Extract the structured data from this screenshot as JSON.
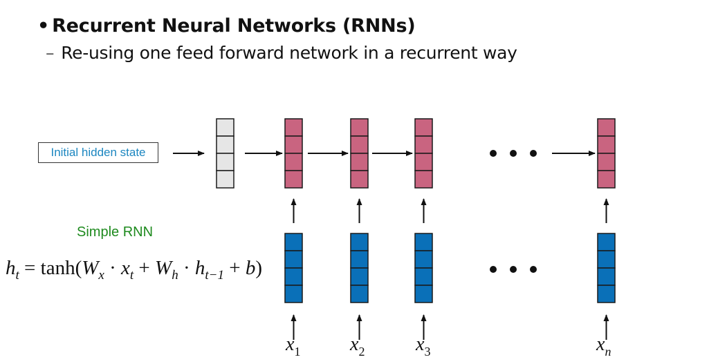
{
  "slide": {
    "title": "Recurrent Neural Networks (RNNs)",
    "bullet": "•",
    "subtitle_dash": "–",
    "subtitle": "Re-using one feed forward network in a recurrent way"
  },
  "diagram": {
    "initial_state_label": "Initial hidden state",
    "model_label": "Simple RNN",
    "formula": {
      "lhs": "h",
      "lhs_sub": "t",
      "eq": " = tanh(",
      "w1": "W",
      "w1_sub": "x",
      "dot1": " · ",
      "x": "x",
      "x_sub": "t",
      "plus1": " + ",
      "w2": "W",
      "w2_sub": "h",
      "dot2": " · ",
      "h": "h",
      "h_sub": "t−1",
      "plus2": " + ",
      "b": "b",
      "close": ")"
    },
    "cells_per_vector": 4,
    "colors": {
      "initial_state": "#e6e6e6",
      "hidden_state": "#c96480",
      "input": "#0a70b8",
      "cell_border": "#1a1a1a",
      "label_blue": "#1b86c0",
      "label_green": "#1e8a1e"
    },
    "ellipsis": "• • •",
    "inputs": [
      {
        "var": "x",
        "sub": "1"
      },
      {
        "var": "x",
        "sub": "2"
      },
      {
        "var": "x",
        "sub": "3"
      },
      {
        "var": "x",
        "sub": "n",
        "sub_italic": true
      }
    ]
  }
}
